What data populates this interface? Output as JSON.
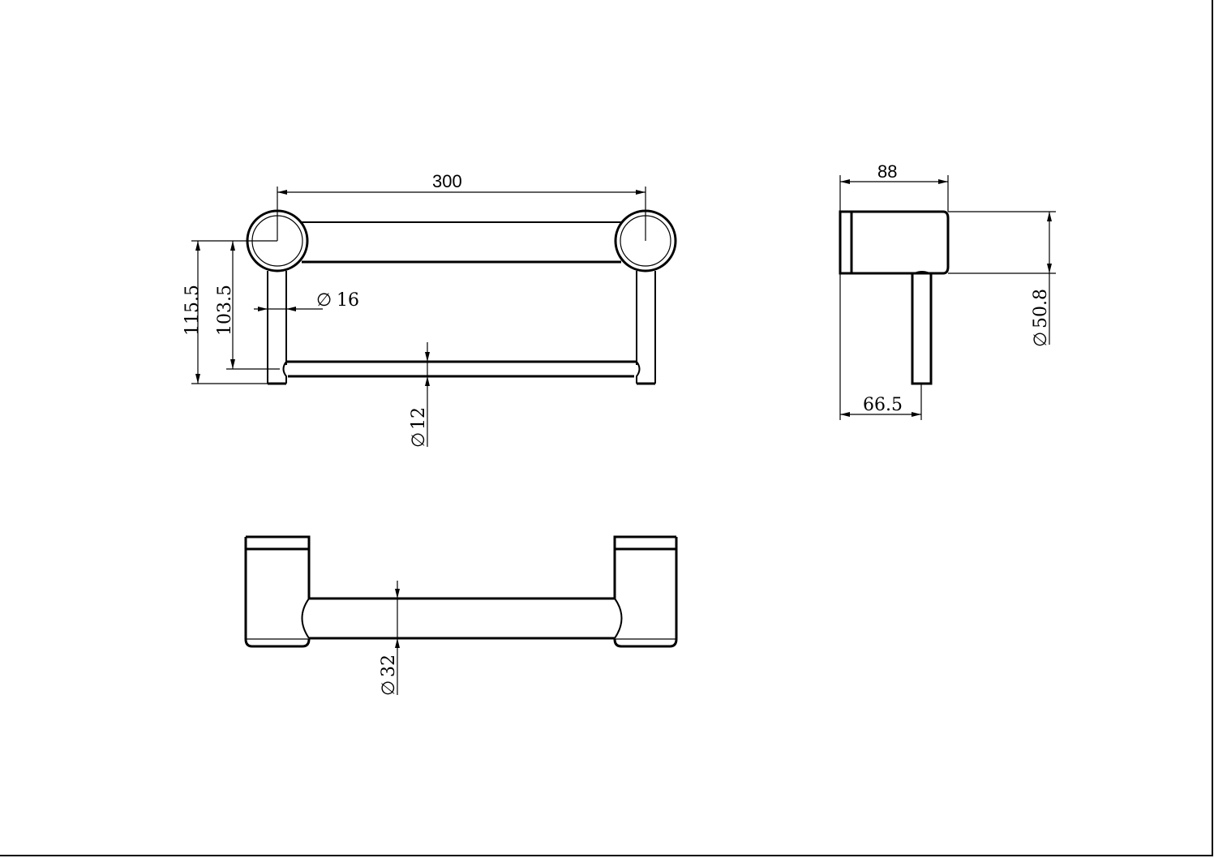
{
  "drawing": {
    "colors": {
      "line": "#000000",
      "background": "#ffffff"
    },
    "views": {
      "top_view": {
        "dimensions": {
          "overall_center_distance": "300",
          "overall_depth": "115.5",
          "depth_to_rail": "103.5",
          "post_diameter": "16",
          "rail_diameter": "12"
        }
      },
      "side_view": {
        "dimensions": {
          "mount_length": "88",
          "mount_diameter": "50.8",
          "post_offset": "66.5"
        }
      },
      "front_view": {
        "dimensions": {
          "bar_diameter": "32"
        }
      }
    },
    "symbols": {
      "diameter": "∅"
    }
  }
}
